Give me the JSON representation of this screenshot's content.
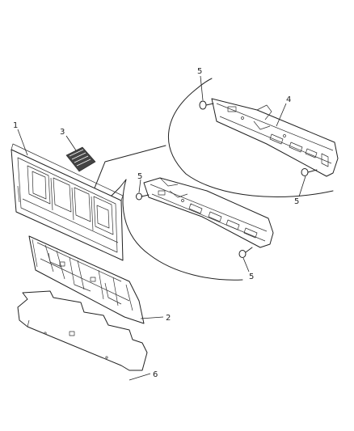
{
  "callouts": {
    "c1": "1",
    "c2": "2",
    "c3": "3",
    "c4": "4",
    "c5a": "5",
    "c5b": "5",
    "c5c": "5",
    "c5d": "5",
    "c6": "6"
  }
}
